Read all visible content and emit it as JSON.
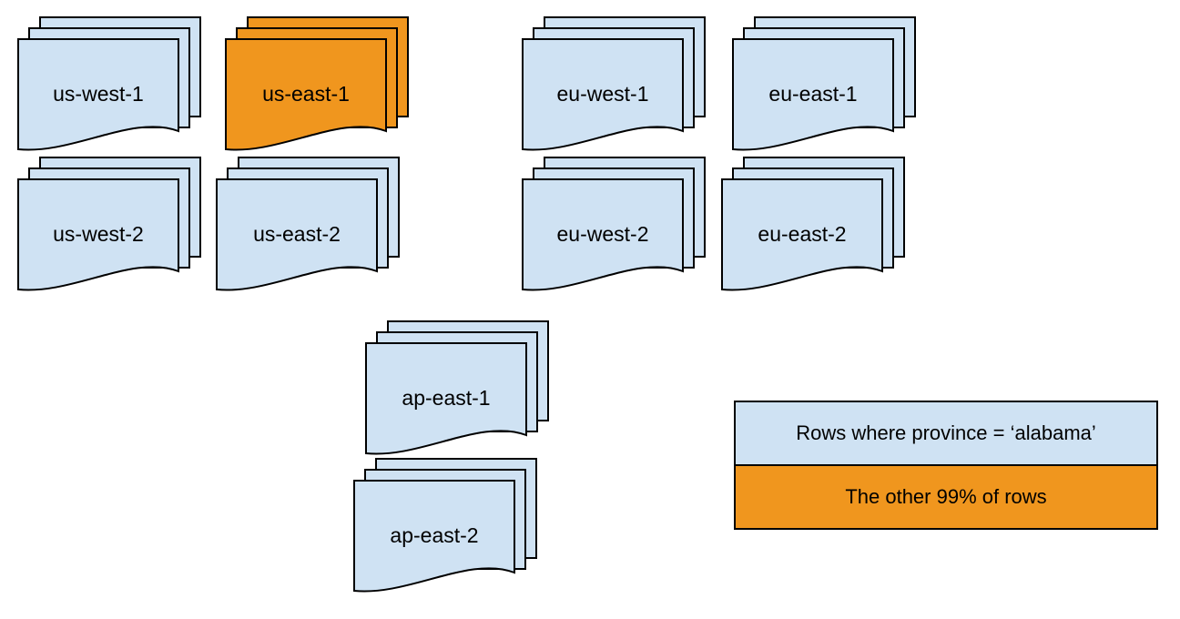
{
  "diagram": {
    "colors": {
      "default_fill": "#CFE2F3",
      "highlight_fill": "#F0961E",
      "stroke": "#000000",
      "background": "#FFFFFF"
    },
    "stacks": [
      {
        "id": "us-west-1",
        "label": "us-west-1",
        "highlighted": false
      },
      {
        "id": "us-east-1",
        "label": "us-east-1",
        "highlighted": true
      },
      {
        "id": "eu-west-1",
        "label": "eu-west-1",
        "highlighted": false
      },
      {
        "id": "eu-east-1",
        "label": "eu-east-1",
        "highlighted": false
      },
      {
        "id": "us-west-2",
        "label": "us-west-2",
        "highlighted": false
      },
      {
        "id": "us-east-2",
        "label": "us-east-2",
        "highlighted": false
      },
      {
        "id": "eu-west-2",
        "label": "eu-west-2",
        "highlighted": false
      },
      {
        "id": "eu-east-2",
        "label": "eu-east-2",
        "highlighted": false
      },
      {
        "id": "ap-east-1",
        "label": "ap-east-1",
        "highlighted": false
      },
      {
        "id": "ap-east-2",
        "label": "ap-east-2",
        "highlighted": false
      }
    ],
    "legend": {
      "items": [
        {
          "label": "Rows where province = ‘alabama’",
          "color_key": "default_fill"
        },
        {
          "label": "The other 99% of rows",
          "color_key": "highlight_fill"
        }
      ]
    }
  }
}
